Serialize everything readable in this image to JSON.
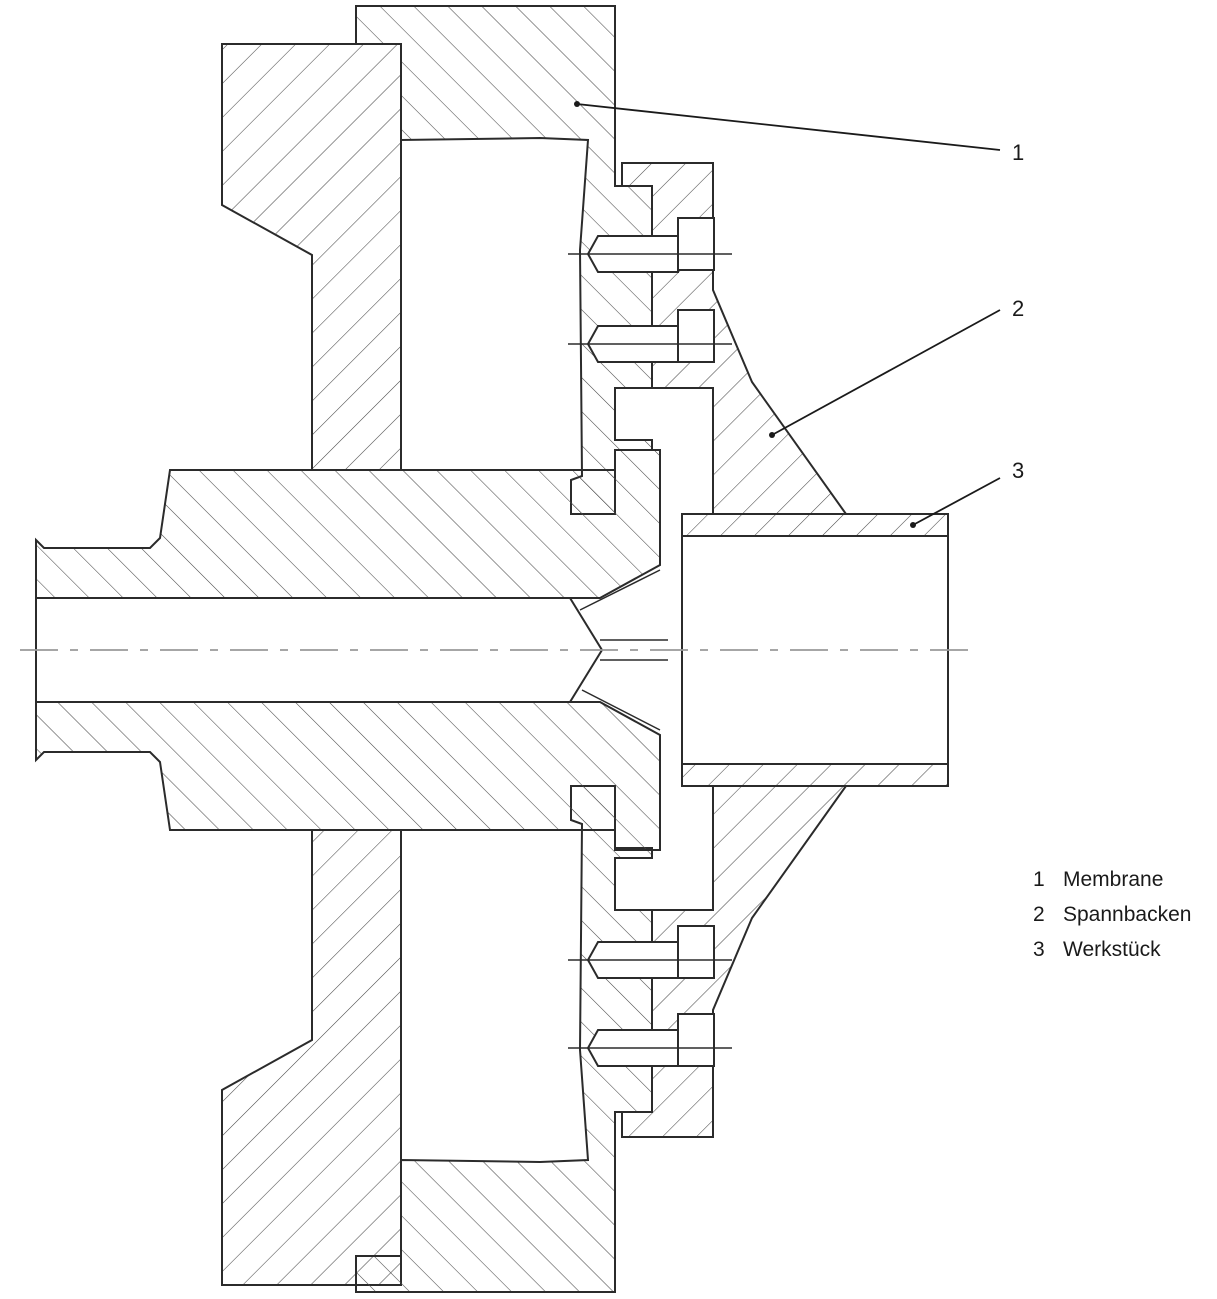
{
  "callouts": [
    {
      "number": "1"
    },
    {
      "number": "2"
    },
    {
      "number": "3"
    }
  ],
  "legend": [
    {
      "number": "1",
      "label": "Membrane"
    },
    {
      "number": "2",
      "label": "Spannbacken"
    },
    {
      "number": "3",
      "label": "Werkstück"
    }
  ]
}
